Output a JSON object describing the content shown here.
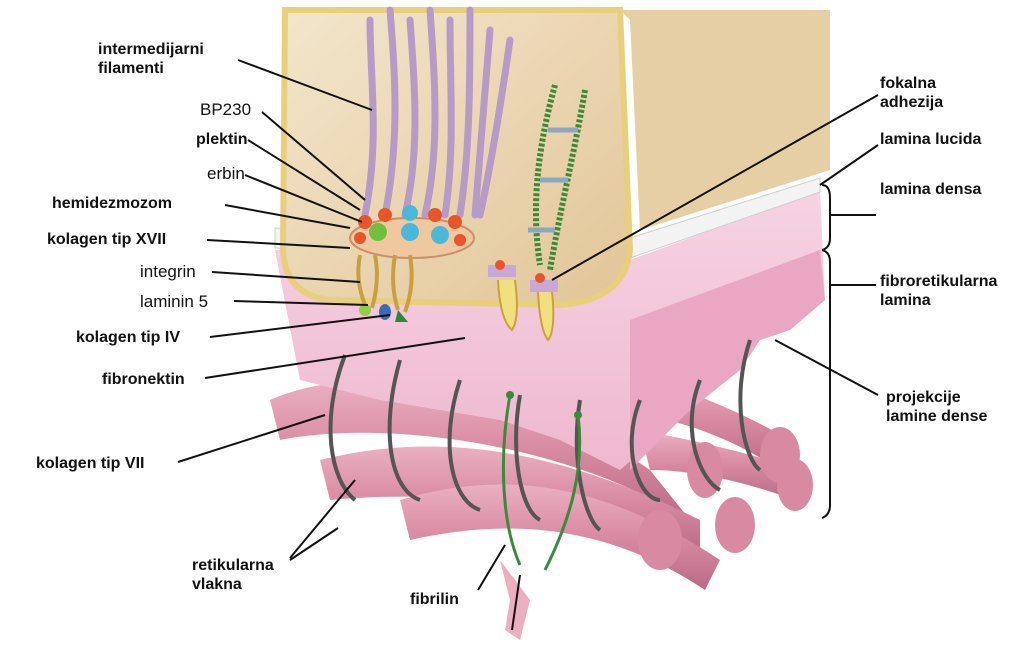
{
  "labels": {
    "intermedijarni": [
      "intermedijarni",
      "filamenti"
    ],
    "bp230": "BP230",
    "plektin": "plektin",
    "erbin": "erbin",
    "hemidezmozom": "hemidezmozom",
    "kolagen_xvii": "kolagen tip XVII",
    "integrin": "integrin",
    "laminin5": "laminin 5",
    "kolagen_iv": "kolagen tip IV",
    "fibronektin": "fibronektin",
    "kolagen_vii": "kolagen tip VII",
    "retikularna": [
      "retikularna",
      "vlakna"
    ],
    "fibrilin": "fibrilin",
    "fokalna": [
      "fokalna",
      "adhezija"
    ],
    "lamina_lucida": "lamina lucida",
    "lamina_densa": "lamina densa",
    "fibroretikularna": [
      "fibroretikularna",
      "lamina"
    ],
    "projekcije": [
      "projekcije",
      "lamine dense"
    ]
  },
  "colors": {
    "cell": "#e9d3a8",
    "membrane": "#e8cf7a",
    "lamina_lucida": "#eeeeee",
    "lamina_densa": "#f2bfd6",
    "fibers": "#d98aa3",
    "filaments": "#b89ac8",
    "fibrillin": "#3a8a3a",
    "collagen_vii": "#555555"
  }
}
